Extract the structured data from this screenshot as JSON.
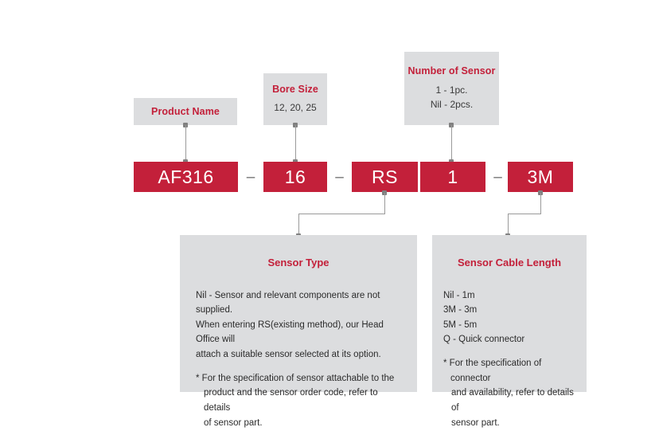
{
  "diagram": {
    "title": "Product Order Code Breakdown",
    "colors": {
      "accent_red": "#c3203a",
      "panel_gray": "#dcdddf",
      "connector_gray": "#9a9a9a",
      "body_text": "#2b2b2b"
    },
    "code_segments": [
      {
        "id": "product-name",
        "value": "AF316"
      },
      {
        "id": "bore-size",
        "value": "16"
      },
      {
        "id": "sensor-type",
        "value": "RS"
      },
      {
        "id": "number-of-sensor",
        "value": "1"
      },
      {
        "id": "sensor-cable-length",
        "value": "3M"
      }
    ],
    "separators": [
      "–",
      "–",
      "–"
    ],
    "callouts": {
      "product_name": {
        "title": "Product Name",
        "options": ""
      },
      "bore_size": {
        "title": "Bore Size",
        "options": "12, 20, 25"
      },
      "number_of_sensor": {
        "title": "Number of Sensor",
        "option_1": "1 - 1pc.",
        "option_2": "Nil - 2pcs."
      }
    },
    "details": {
      "sensor_type": {
        "title": "Sensor Type",
        "paragraph_line_1": "Nil - Sensor and relevant components are not supplied.",
        "paragraph_line_2": "When entering RS(existing method), our Head Office will",
        "paragraph_line_3": "attach a suitable sensor selected at its option.",
        "note_line_1": "* For the specification of sensor attachable to the",
        "note_line_2": "product and the sensor order code, refer to details",
        "note_line_3": "of sensor part."
      },
      "sensor_cable_length": {
        "title": "Sensor Cable Length",
        "options": [
          "Nil - 1m",
          "3M - 3m",
          "5M - 5m",
          "Q - Quick connector"
        ],
        "note_line_1": "* For the specification of connector",
        "note_line_2": "and availability, refer to details of",
        "note_line_3": "sensor part."
      }
    }
  }
}
